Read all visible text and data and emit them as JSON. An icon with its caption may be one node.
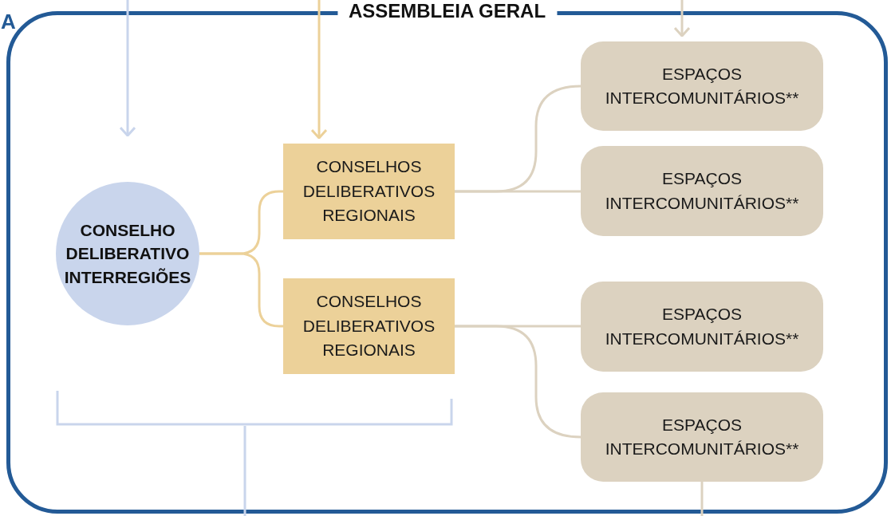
{
  "diagram": {
    "nodes": [
      {
        "text": [
          "ASSEMBLEIA GERAL"
        ]
      },
      {
        "text": [
          "CONSELHO DELIBERATIVO INTERREGIÕES"
        ],
        "in": 0
      },
      {
        "text": [
          "CONSELHOS DELIBERATIVOS REGIONAIS"
        ],
        "in": 0
      },
      {
        "text": [
          "CONSELHOS DELIBERATIVOS REGIONAIS"
        ],
        "in": 0
      },
      {
        "text": [
          "ESPAÇOS INTERCOMUNITÁRIOS**"
        ],
        "in": 0
      },
      {
        "text": [
          "ESPAÇOS INTERCOMUNITÁRIOS**"
        ],
        "in": 0
      },
      {
        "text": [
          "ESPAÇOS INTERCOMUNITÁRIOS**"
        ],
        "in": 0
      },
      {
        "text": [
          "ESPAÇOS INTERCOMUNITÁRIOS**"
        ],
        "in": 0
      }
    ],
    "edges": [
      {
        "from": null,
        "to": 1,
        "arrow": "to",
        "color": "#c9d5ec"
      },
      {
        "from": null,
        "to": 2,
        "arrow": "to",
        "color": "#ecd199"
      },
      {
        "from": null,
        "to": 4,
        "arrow": "to"
      },
      {
        "from": 1,
        "to": 2,
        "arrow": "none",
        "color": "#ecd199"
      },
      {
        "from": 1,
        "to": 3,
        "arrow": "none",
        "color": "#ecd199"
      },
      {
        "from": 2,
        "to": 4,
        "arrow": "none"
      },
      {
        "from": 2,
        "to": 5,
        "arrow": "none"
      },
      {
        "from": 3,
        "to": 6,
        "arrow": "none"
      },
      {
        "from": 3,
        "to": 7,
        "arrow": "none"
      },
      {
        "from": 7,
        "to": null,
        "arrow": "none"
      }
    ],
    "labels": [
      "A"
    ]
  }
}
